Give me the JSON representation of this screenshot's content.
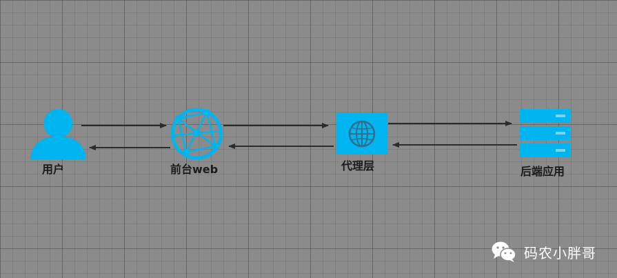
{
  "nodes": {
    "user": {
      "label": "用户",
      "icon": "user-icon"
    },
    "web": {
      "label": "前台web",
      "icon": "globe-network-icon"
    },
    "proxy": {
      "label": "代理层",
      "icon": "globe-box-icon"
    },
    "backend": {
      "label": "后端应用",
      "icon": "server-stack-icon"
    }
  },
  "watermark": {
    "text": "码农小胖哥",
    "icon": "wechat-icon"
  },
  "colors": {
    "node": "#00b4ef",
    "arrow": "#2b2b2b",
    "canvas": "#8b8b8b",
    "label": "#1b1b1b"
  }
}
